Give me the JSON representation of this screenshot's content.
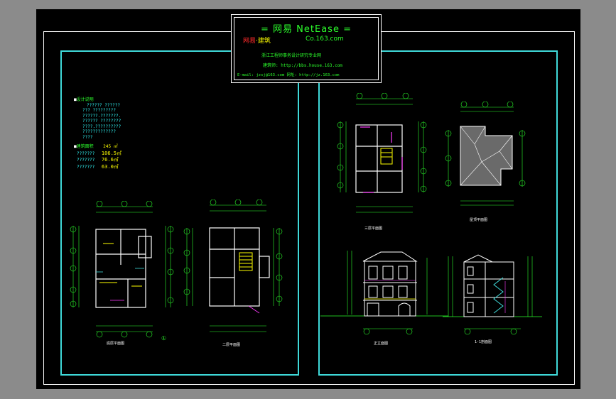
{
  "title_block": {
    "line1": "=  网易 NetEase =",
    "brand_red": "网易",
    "brand_rest": "·建筑",
    "domain": "Co.163.com",
    "line3": "浙江工程师事务设计研究专业网",
    "line4": "建筑师: http://bbs.house.163.com",
    "line5": "E-mail: jzsj@163.com  网址: http://jz.163.com"
  },
  "notes": {
    "header1": "设计说明",
    "lines": [
      "??????  ??????",
      "???  ?????????",
      "??????.???????.",
      "??????  ????????",
      "????.??????????",
      "?????????????",
      "????"
    ],
    "header2": "建筑面积",
    "area_total": "245 ㎡",
    "rows": [
      {
        "label": "???????",
        "value": "106.5㎡"
      },
      {
        "label": "???????",
        "value": "76.6㎡"
      },
      {
        "label": "???????",
        "value": "63.0㎡"
      }
    ]
  },
  "drawings": {
    "plan1": "底层平面图",
    "plan2": "二层平面图",
    "plan3": "三层平面图",
    "roof": "屋顶平面图",
    "elev": "正立面图",
    "section": "1-1剖面图",
    "marker": "①"
  },
  "colors": {
    "background": "#8b8b8b",
    "canvas": "#000000",
    "frame": "#3fd9d9",
    "text_green": "#2cff2c",
    "text_yellow": "#ffff00",
    "brand_red": "#ff2a2a"
  }
}
